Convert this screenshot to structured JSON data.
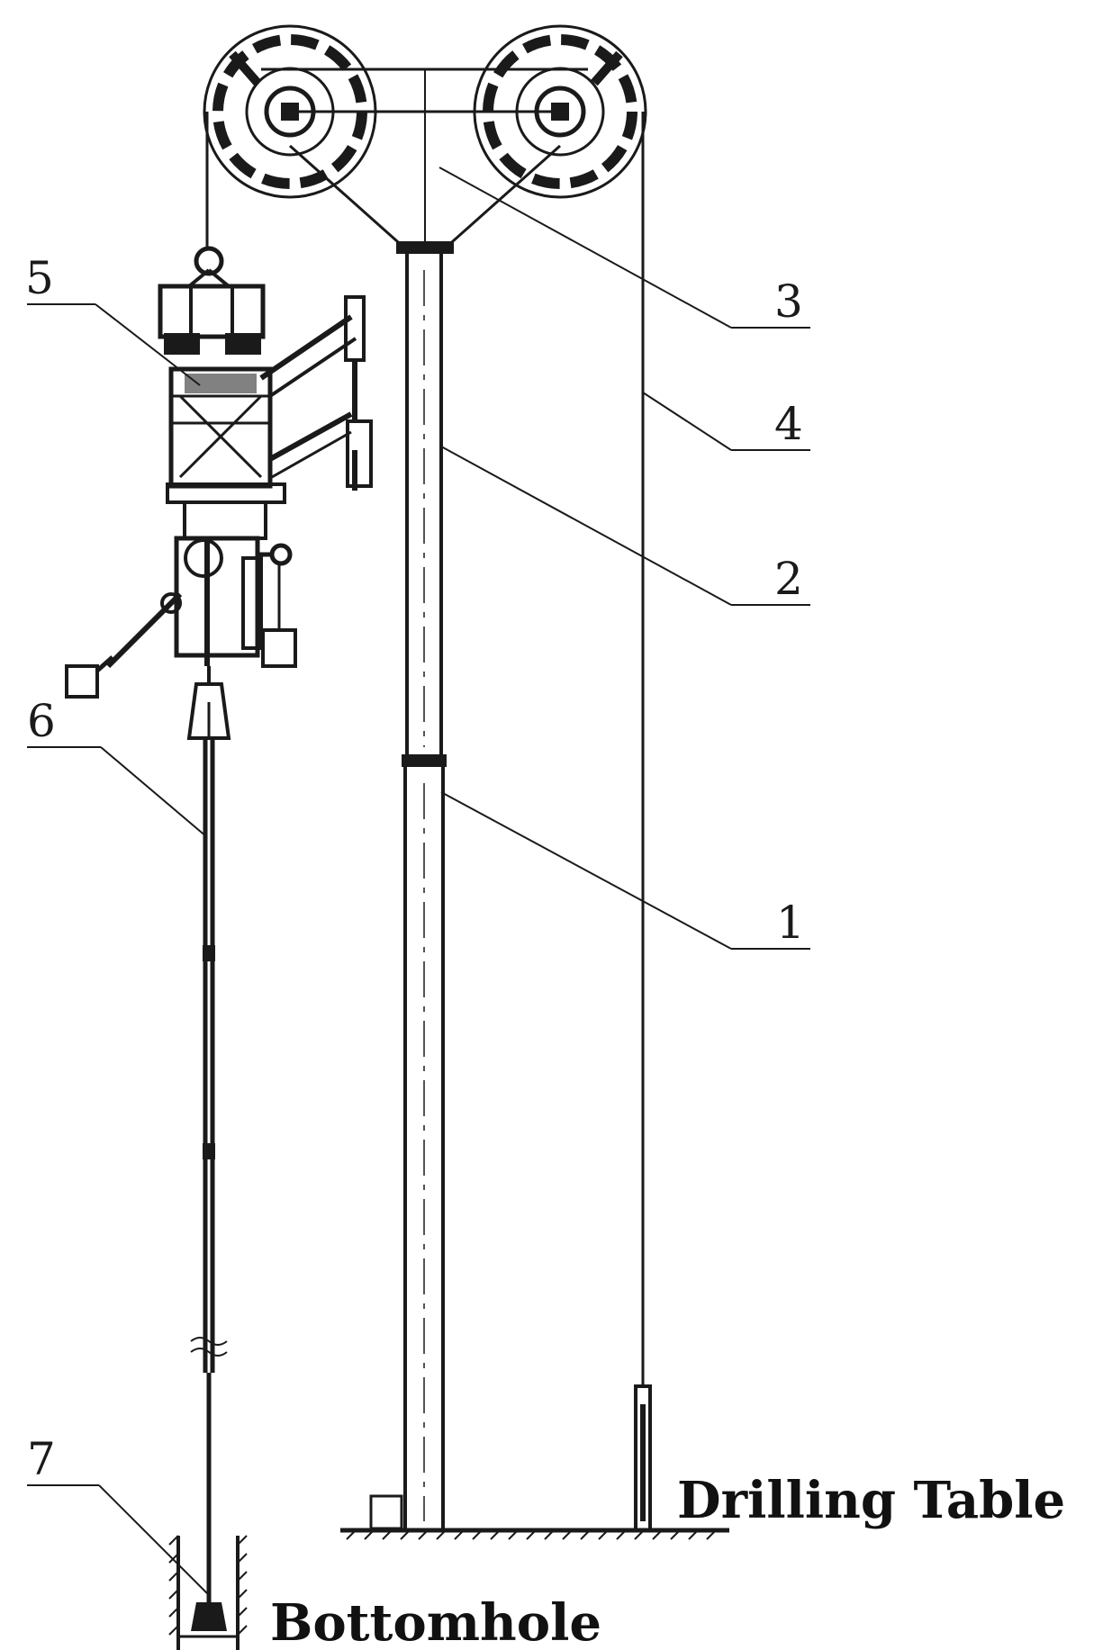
{
  "labels": {
    "one": "1",
    "two": "2",
    "three": "3",
    "four": "4",
    "five": "5",
    "six": "6",
    "seven": "7"
  },
  "annotations": {
    "drilling_table": "Drilling Table",
    "bottomhole": "Bottomhole"
  },
  "colors": {
    "line": "#1a1a1a",
    "background": "#ffffff"
  }
}
